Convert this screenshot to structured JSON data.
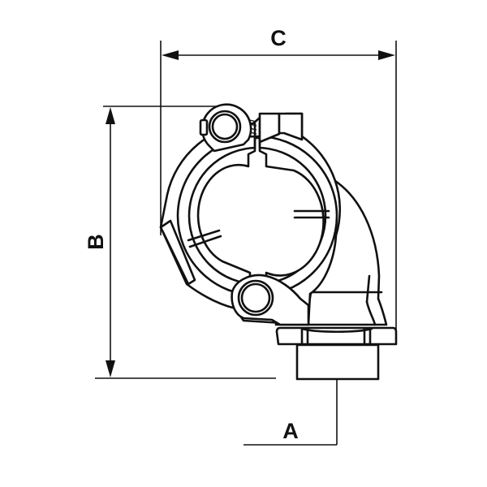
{
  "diagram": {
    "type": "technical-drawing",
    "subject": "pipe clamp saddle fitting with threaded outlet",
    "labels": {
      "width_dimension": "C",
      "height_dimension": "B",
      "thread_dimension": "A"
    },
    "colors": {
      "line": "#111111",
      "background": "#ffffff"
    }
  }
}
